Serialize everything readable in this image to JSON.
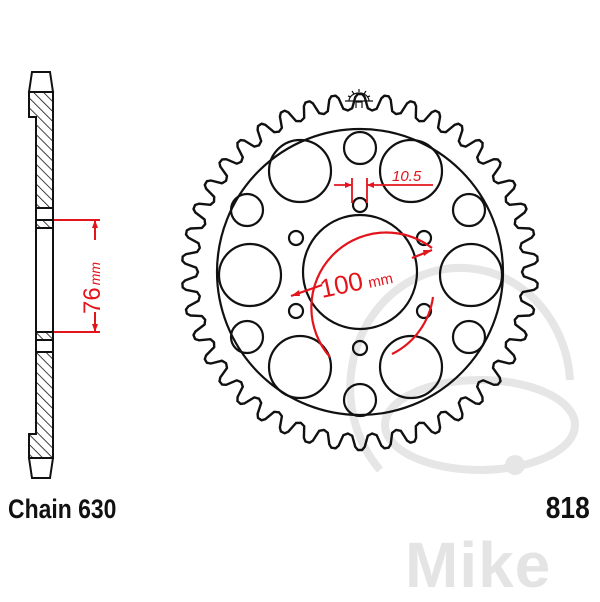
{
  "labels": {
    "chain": "Chain 630",
    "part_number": "818"
  },
  "dimensions": {
    "center_bore": "76",
    "center_bore_unit": "mm",
    "bolt_circle": "100",
    "bolt_circle_unit": "mm",
    "bolt_hole": "10.5"
  },
  "watermark": {
    "text": "Mike"
  },
  "sprocket": {
    "teeth": 42,
    "bolt_holes": 4,
    "large_lightening_holes": 6,
    "small_lightening_holes": 6
  },
  "colors": {
    "line": "#111111",
    "dimension": "#e3141b",
    "watermark": "#e4e4e4"
  }
}
